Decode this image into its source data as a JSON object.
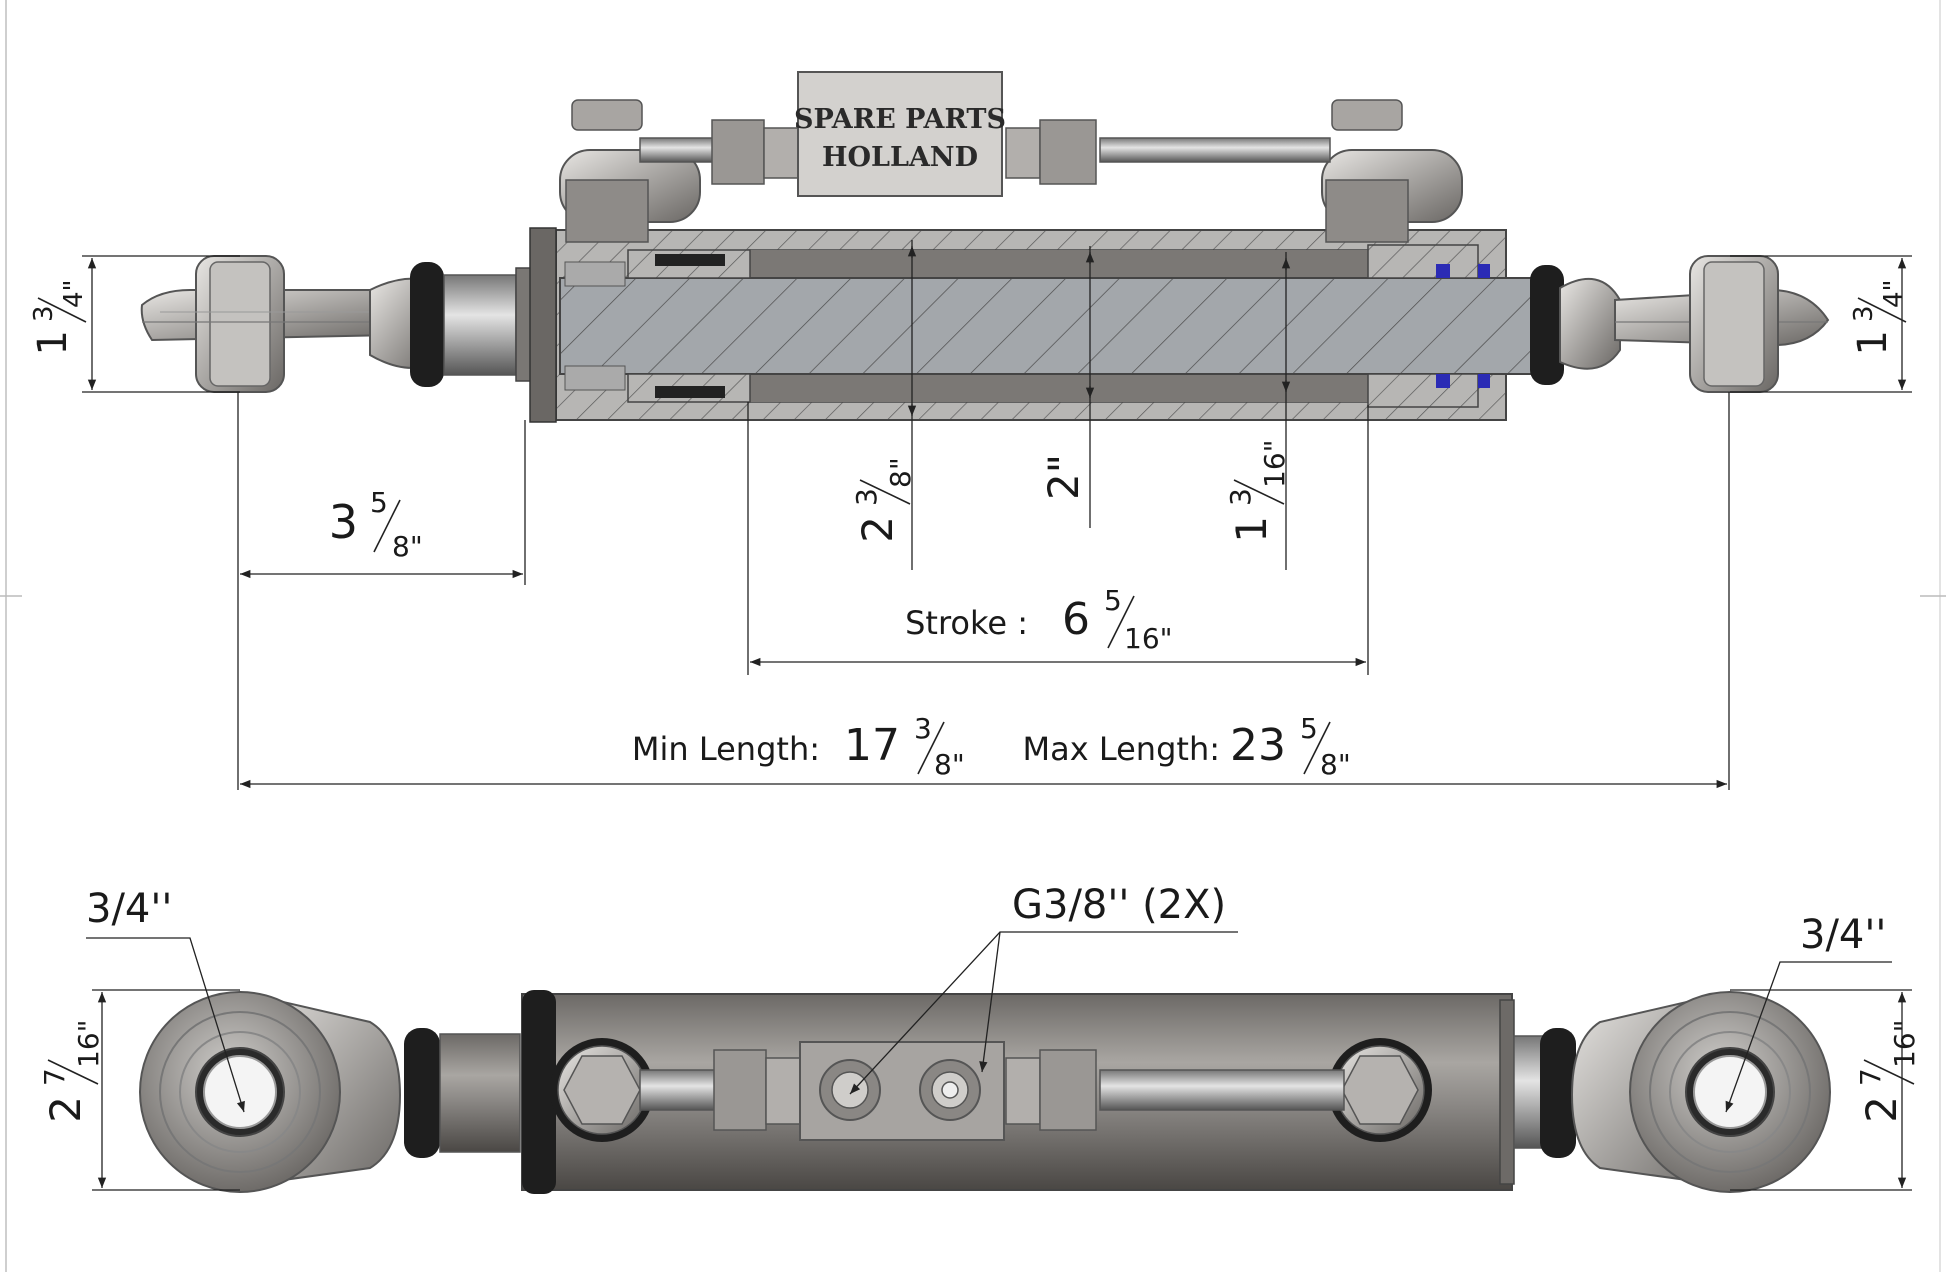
{
  "brand_plate": {
    "line1": "SPARE PARTS",
    "line2": "HOLLAND"
  },
  "dims": {
    "left_eye_height": {
      "whole": "1",
      "num": "3",
      "den": "4\""
    },
    "right_eye_height": {
      "whole": "1",
      "num": "3",
      "den": "4\""
    },
    "left_end_offset": {
      "whole": "3",
      "num": "5",
      "den": "8\""
    },
    "bore": {
      "whole": "2",
      "num": "3",
      "den": "8\""
    },
    "outer": {
      "text": "2\""
    },
    "rod": {
      "whole": "1",
      "num": "3",
      "den": "16\""
    },
    "stroke": {
      "label": "Stroke :",
      "whole": "6",
      "num": "5",
      "den": "16\""
    },
    "min_length": {
      "label": "Min Length:",
      "whole": "17",
      "num": "3",
      "den": "8\""
    },
    "max_length": {
      "label": "Max Length:",
      "whole": "23",
      "num": "5",
      "den": "8\""
    },
    "left_pin": {
      "text": "3/4''"
    },
    "right_pin": {
      "text": "3/4''"
    },
    "ports": {
      "text": "G3/8'' (2X)"
    },
    "left_eye_width": {
      "whole": "2",
      "num": "7",
      "den": "16\""
    },
    "right_eye_width": {
      "whole": "2",
      "num": "7",
      "den": "16\""
    }
  },
  "colors": {
    "steel": "#8d8a87",
    "steel_dark": "#5c5956",
    "steel_light": "#d8d6d3",
    "section_fill": "#b9b8b6",
    "rod_section": "#9ea2a6",
    "rubber": "#1c1c1c",
    "seal": "#2b2bb5"
  }
}
